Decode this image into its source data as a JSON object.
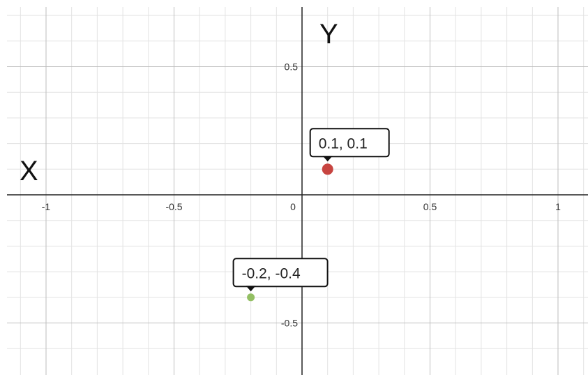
{
  "chart_data": {
    "type": "scatter",
    "xlabel": "X",
    "ylabel": "Y",
    "xlim": [
      -1.1,
      1.1
    ],
    "ylim": [
      -0.7,
      0.73
    ],
    "x_ticks": [
      {
        "value": -1,
        "label": "-1"
      },
      {
        "value": -0.5,
        "label": "-0.5"
      },
      {
        "value": 0,
        "label": "0"
      },
      {
        "value": 0.5,
        "label": "0.5"
      },
      {
        "value": 1,
        "label": "1"
      }
    ],
    "y_ticks": [
      {
        "value": 0.5,
        "label": "0.5"
      },
      {
        "value": -0.5,
        "label": "-0.5"
      }
    ],
    "minor_step": 0.1,
    "major_step": 0.5,
    "grid": true,
    "points": [
      {
        "x": 0.1,
        "y": 0.1,
        "label": "0.1, 0.1",
        "color": "#c74440"
      },
      {
        "x": -0.2,
        "y": -0.4,
        "label": "-0.2, -0.4",
        "color": "#93bf63"
      }
    ]
  },
  "colors": {
    "minor_grid": "#e3e3e3",
    "major_grid": "#bdbdbd",
    "axis": "#222222",
    "callout_border": "#111111"
  }
}
